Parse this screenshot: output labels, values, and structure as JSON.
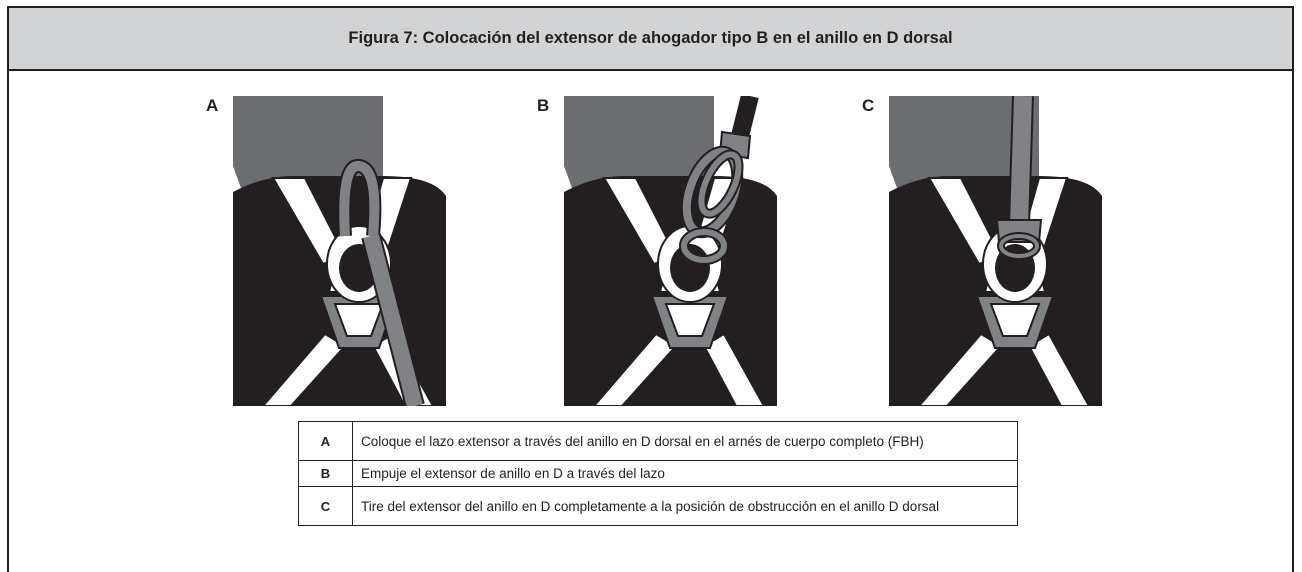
{
  "figure": {
    "title": "Figura 7: Colocación del extensor de ahogador tipo B en el anillo en D dorsal"
  },
  "panels": [
    {
      "letter": "A"
    },
    {
      "letter": "B"
    },
    {
      "letter": "C"
    }
  ],
  "steps": [
    {
      "key": "A",
      "text": "Coloque el lazo extensor a través del anillo en D dorsal en el arnés de cuerpo completo (FBH)"
    },
    {
      "key": "B",
      "text": "Empuje el extensor de anillo en D a través del lazo"
    },
    {
      "key": "C",
      "text": "Tire del extensor del anillo en D completamente a la posición de obstrucción en el anillo D dorsal"
    }
  ],
  "colors": {
    "header_bg": "#d1d3d4",
    "border": "#231f20",
    "head_gray": "#6d6e71",
    "torso_black": "#231f20",
    "strap_gray": "#808285"
  }
}
